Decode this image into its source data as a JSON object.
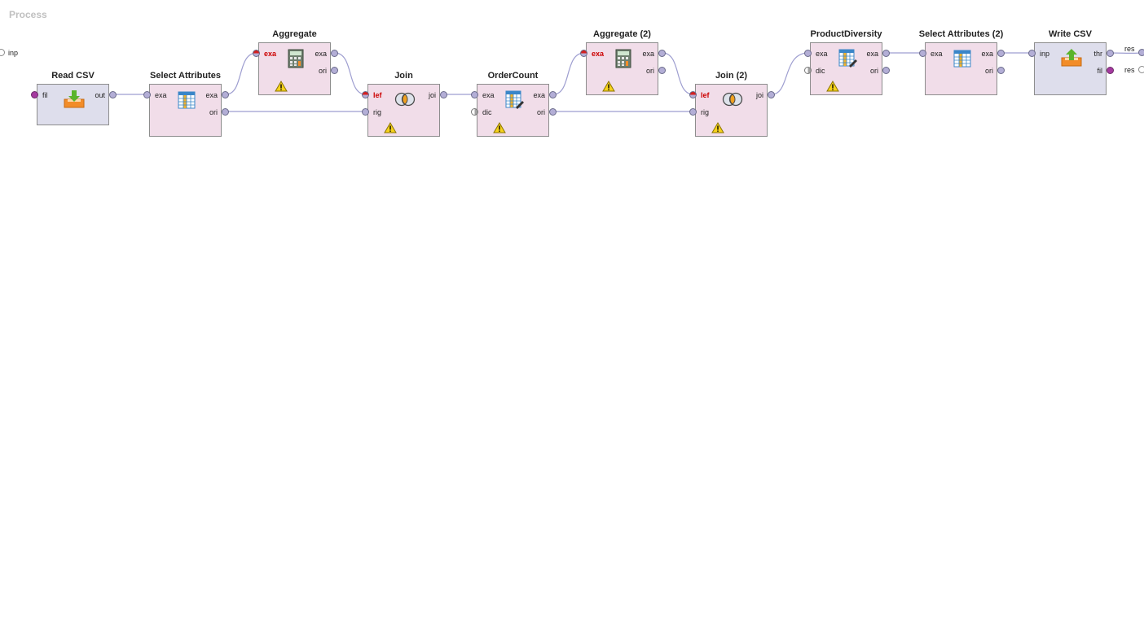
{
  "process": {
    "title": "Process"
  },
  "process_ports": {
    "input": "inp",
    "result_1": "res",
    "result_2": "res"
  },
  "operators": {
    "read_csv": {
      "title": "Read CSV",
      "in": [
        "fil"
      ],
      "out": [
        "out"
      ]
    },
    "select_attributes": {
      "title": "Select Attributes",
      "in": [
        "exa"
      ],
      "out": [
        "exa",
        "ori"
      ]
    },
    "aggregate": {
      "title": "Aggregate",
      "in": [
        "exa"
      ],
      "out": [
        "exa",
        "ori"
      ]
    },
    "join": {
      "title": "Join",
      "in": [
        "lef",
        "rig"
      ],
      "out": [
        "joi"
      ]
    },
    "order_count": {
      "title": "OrderCount",
      "in": [
        "exa",
        "dic"
      ],
      "out": [
        "exa",
        "ori"
      ]
    },
    "aggregate_2": {
      "title": "Aggregate (2)",
      "in": [
        "exa"
      ],
      "out": [
        "exa",
        "ori"
      ]
    },
    "join_2": {
      "title": "Join (2)",
      "in": [
        "lef",
        "rig"
      ],
      "out": [
        "joi"
      ]
    },
    "product_diversity": {
      "title": "ProductDiversity",
      "in": [
        "exa",
        "dic"
      ],
      "out": [
        "exa",
        "ori"
      ]
    },
    "select_attributes_2": {
      "title": "Select Attributes (2)",
      "in": [
        "exa"
      ],
      "out": [
        "exa",
        "ori"
      ]
    },
    "write_csv": {
      "title": "Write CSV",
      "in": [
        "inp"
      ],
      "out": [
        "thr",
        "fil"
      ]
    }
  },
  "icons": {
    "read_csv": "import-icon",
    "select_attributes": "table-columns-icon",
    "aggregate": "calculator-icon",
    "join": "join-icon",
    "order_count": "table-edit-icon",
    "write_csv": "export-icon",
    "warning": "warning-icon"
  },
  "colors": {
    "operator_bg": "#f1dde9",
    "io_operator_bg": "#dedeec",
    "port": "#b3aed6",
    "wire": "#9e9ed0",
    "error_port": "#d42020",
    "file_port": "#a53aa0"
  }
}
